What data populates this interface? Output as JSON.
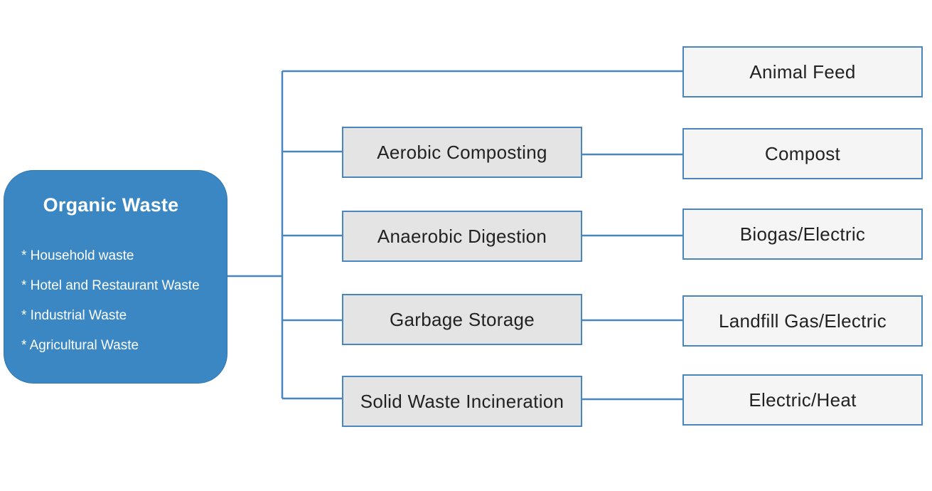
{
  "source": {
    "title": "Organic Waste",
    "items": [
      "* Household waste",
      "* Hotel and Restaurant Waste",
      "* Industrial Waste",
      "* Agricultural Waste"
    ]
  },
  "processes": [
    "Aerobic Composting",
    "Anaerobic Digestion",
    "Garbage Storage",
    "Solid Waste Incineration"
  ],
  "products": [
    "Animal Feed",
    "Compost",
    "Biogas/Electric",
    "Landfill Gas/Electric",
    "Electric/Heat"
  ],
  "colors": {
    "source_fill": "#3a87c4",
    "connector": "#4a86be",
    "process_fill": "#e4e4e4",
    "product_fill": "#f5f5f5"
  }
}
